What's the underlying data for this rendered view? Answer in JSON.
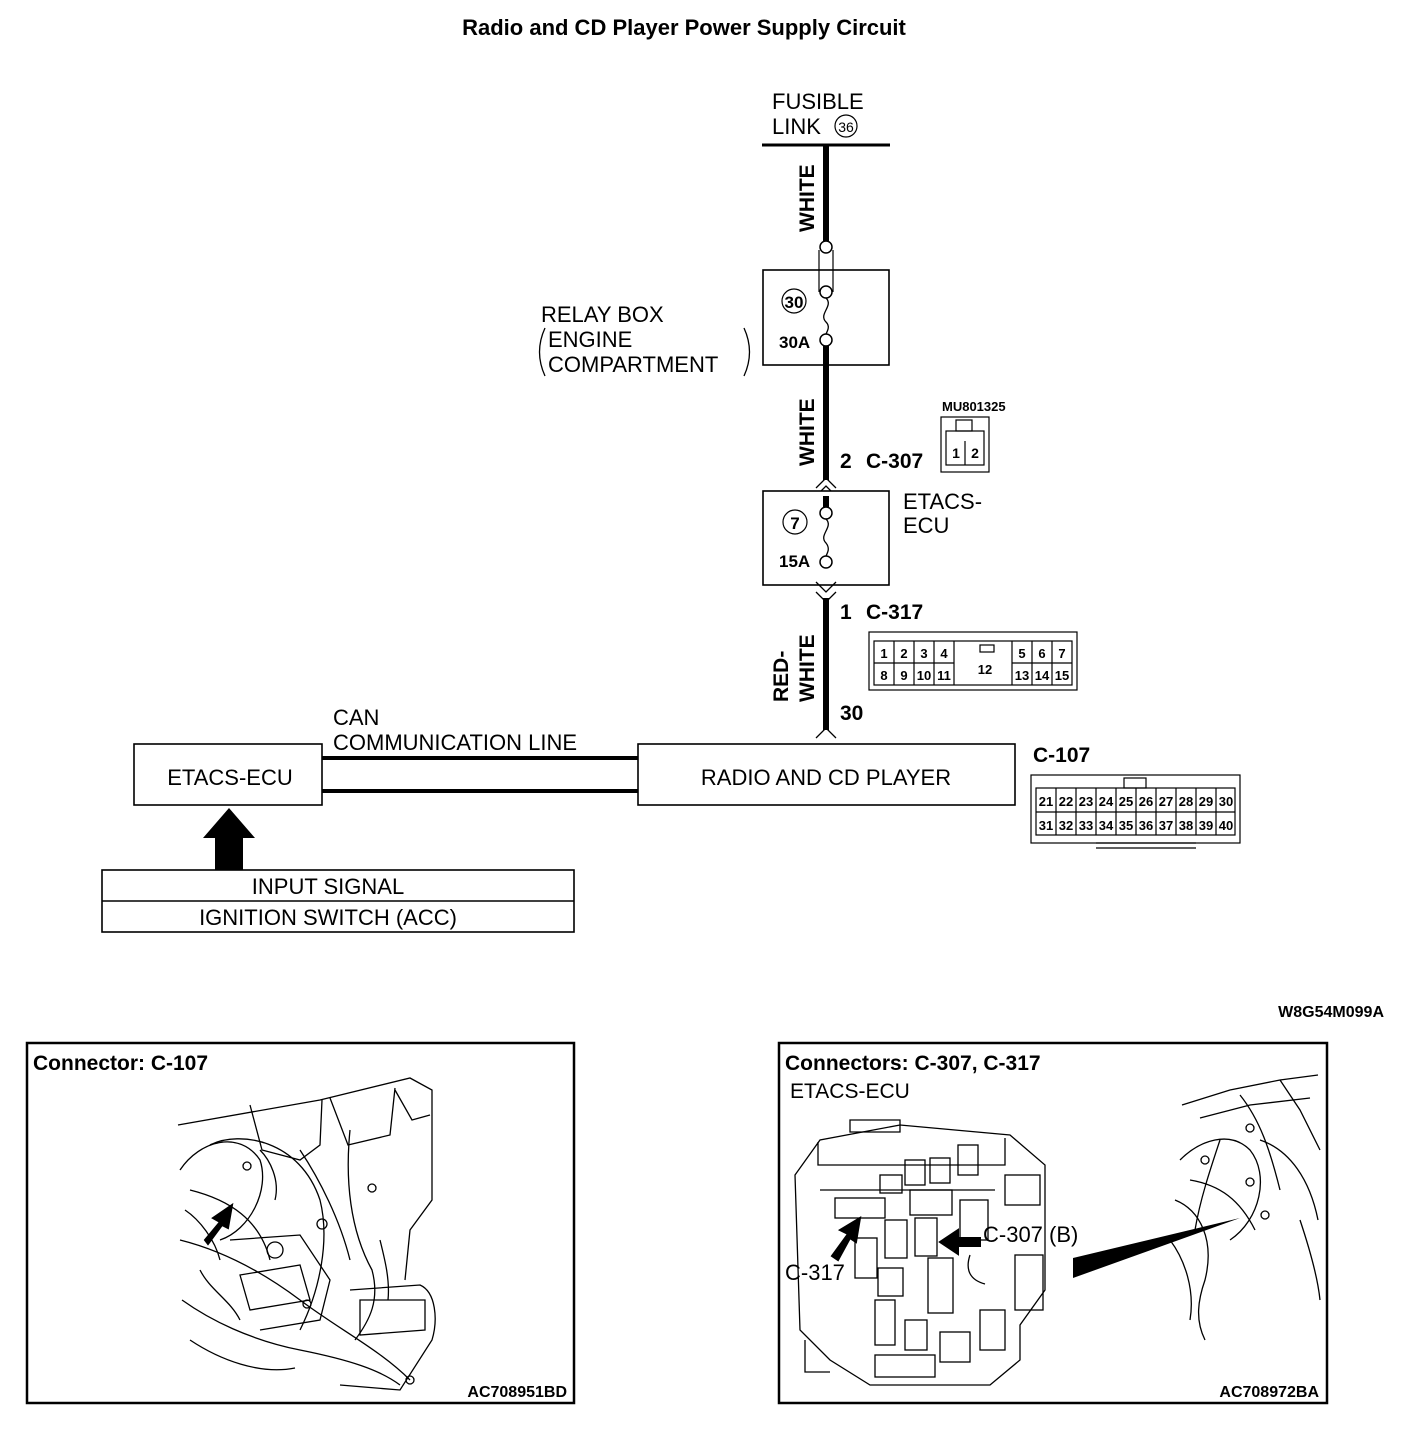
{
  "title": "Radio and CD Player Power Supply Circuit",
  "fusible_link": {
    "line1": "FUSIBLE",
    "line2": "LINK",
    "number": "36"
  },
  "wire_top_color": "WHITE",
  "relay_box": {
    "line1": "RELAY BOX",
    "line2": "ENGINE",
    "line3": "COMPARTMENT",
    "fuse_number": "30",
    "rating": "30A"
  },
  "wire_mid_color": "WHITE",
  "connector_c307": {
    "pin": "2",
    "name": "C-307",
    "part_no": "MU801325",
    "pins": [
      "1",
      "2"
    ]
  },
  "etacs_fuse": {
    "line1": "ETACS-",
    "line2": "ECU",
    "fuse_number": "7",
    "rating": "15A"
  },
  "connector_c317": {
    "pin": "1",
    "name": "C-317",
    "row1": [
      "1",
      "2",
      "3",
      "4",
      "5",
      "6",
      "7"
    ],
    "row2": [
      "8",
      "9",
      "10",
      "11",
      "13",
      "14",
      "15"
    ],
    "center": "12"
  },
  "wire_low_color": {
    "line1": "RED-",
    "line2": "WHITE"
  },
  "radio_pin": "30",
  "can_line": {
    "line1": "CAN",
    "line2": "COMMUNICATION LINE"
  },
  "etacs_ecu_box": "ETACS-ECU",
  "radio_box": "RADIO AND CD PLAYER",
  "connector_c107": {
    "name": "C-107",
    "row1": [
      "21",
      "22",
      "23",
      "24",
      "25",
      "26",
      "27",
      "28",
      "29",
      "30"
    ],
    "row2": [
      "31",
      "32",
      "33",
      "34",
      "35",
      "36",
      "37",
      "38",
      "39",
      "40"
    ]
  },
  "input_signal": {
    "header": "INPUT SIGNAL",
    "value": "IGNITION SWITCH (ACC)"
  },
  "diagram_code": "W8G54M099A",
  "panel_left": {
    "title": "Connector: C-107",
    "code": "AC708951BD"
  },
  "panel_right": {
    "title": "Connectors: C-307, C-317",
    "subtitle": "ETACS-ECU",
    "label_c307": "C-307 (B)",
    "label_c317": "C-317",
    "code": "AC708972BA"
  }
}
